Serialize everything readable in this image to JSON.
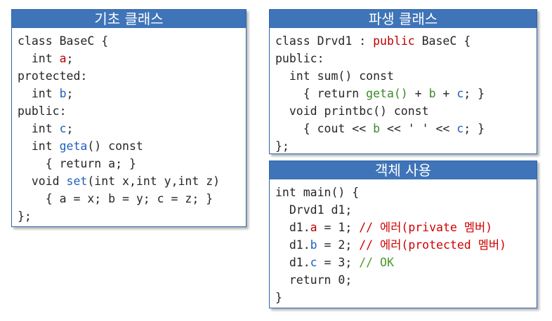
{
  "colors": {
    "header_bg": "#3f74b8",
    "border": "#2f63a9",
    "keyword_red": "#c00000",
    "member_blue": "#1f5fc0",
    "function_green": "#3a8a2a",
    "comment_green": "#4a9a2a"
  },
  "panels": {
    "base": {
      "title": "기초 클래스",
      "lines": [
        [
          {
            "t": "class BaseC {"
          }
        ],
        [
          {
            "t": "  int "
          },
          {
            "t": "a",
            "c": "mem-red"
          },
          {
            "t": ";"
          }
        ],
        [
          {
            "t": "protected:"
          }
        ],
        [
          {
            "t": "  int "
          },
          {
            "t": "b",
            "c": "mem-blue"
          },
          {
            "t": ";"
          }
        ],
        [
          {
            "t": "public:"
          }
        ],
        [
          {
            "t": "  int "
          },
          {
            "t": "c",
            "c": "mem-blue"
          },
          {
            "t": ";"
          }
        ],
        [
          {
            "t": "  int "
          },
          {
            "t": "geta",
            "c": "fn-blue"
          },
          {
            "t": "() const"
          }
        ],
        [
          {
            "t": "    { return a; }"
          }
        ],
        [
          {
            "t": "  void "
          },
          {
            "t": "set",
            "c": "fn-blue"
          },
          {
            "t": "(int x,int y,int z)"
          }
        ],
        [
          {
            "t": "    { a = x; b = y; c = z; }"
          }
        ],
        [
          {
            "t": "};"
          }
        ]
      ]
    },
    "derived": {
      "title": "파생 클래스",
      "lines": [
        [
          {
            "t": "class Drvd1 : "
          },
          {
            "t": "public",
            "c": "kw"
          },
          {
            "t": " BaseC {"
          }
        ],
        [
          {
            "t": "public:"
          }
        ],
        [
          {
            "t": "  int sum() const"
          }
        ],
        [
          {
            "t": "    { return "
          },
          {
            "t": "geta()",
            "c": "fn-green"
          },
          {
            "t": " + "
          },
          {
            "t": "b",
            "c": "fn-green"
          },
          {
            "t": " + "
          },
          {
            "t": "c",
            "c": "mem-blue"
          },
          {
            "t": "; }"
          }
        ],
        [
          {
            "t": "  void printbc() const"
          }
        ],
        [
          {
            "t": "    { cout << "
          },
          {
            "t": "b",
            "c": "fn-green"
          },
          {
            "t": " << ' ' << "
          },
          {
            "t": "c",
            "c": "mem-blue"
          },
          {
            "t": "; }"
          }
        ],
        [
          {
            "t": "};"
          }
        ]
      ]
    },
    "usage": {
      "title": "객체 사용",
      "lines": [
        [
          {
            "t": "int main() {"
          }
        ],
        [
          {
            "t": "  Drvd1 d1;"
          }
        ],
        [
          {
            "t": "  d1."
          },
          {
            "t": "a",
            "c": "mem-red"
          },
          {
            "t": " = 1; "
          },
          {
            "t": "// 에러(private 멤버)",
            "c": "cm-red"
          }
        ],
        [
          {
            "t": "  d1."
          },
          {
            "t": "b",
            "c": "mem-blue"
          },
          {
            "t": " = 2; "
          },
          {
            "t": "// 에러(protected 멤버)",
            "c": "cm-red"
          }
        ],
        [
          {
            "t": "  d1."
          },
          {
            "t": "c",
            "c": "mem-blue"
          },
          {
            "t": " = 3; "
          },
          {
            "t": "// OK",
            "c": "cm-green"
          }
        ],
        [
          {
            "t": "  return 0;"
          }
        ],
        [
          {
            "t": "}"
          }
        ]
      ]
    }
  }
}
